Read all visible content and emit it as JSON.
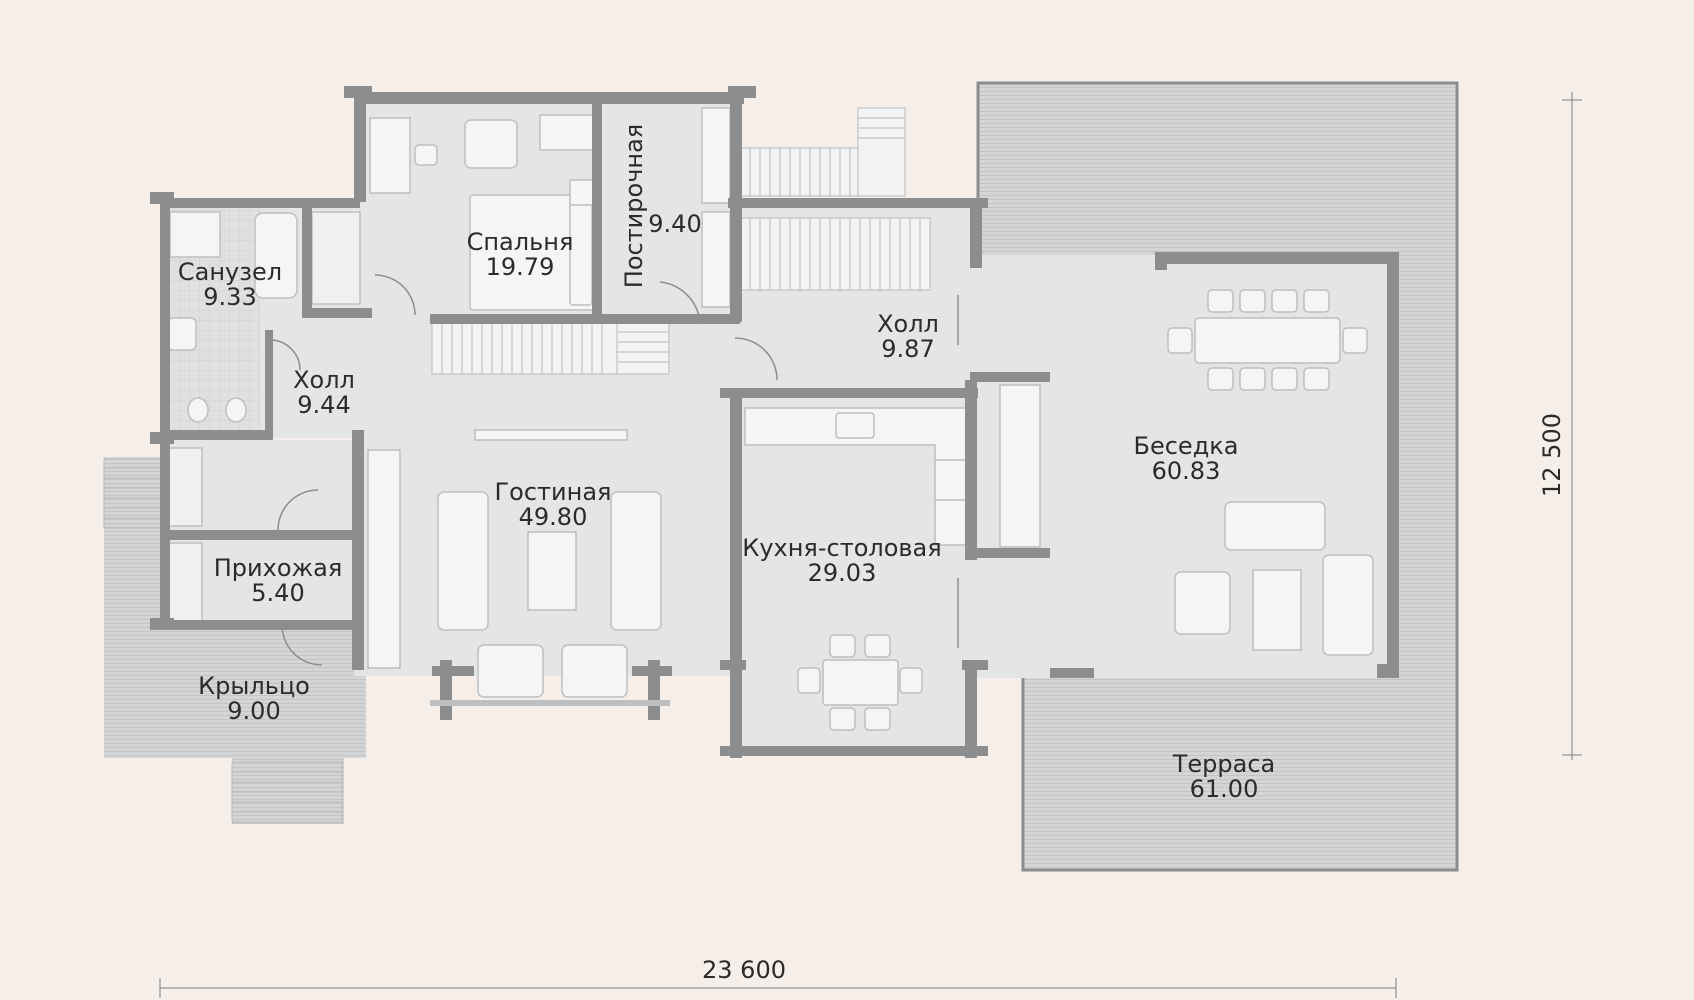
{
  "rooms": {
    "sanuzel": {
      "name": "Санузел",
      "area": "9.33"
    },
    "spalnya": {
      "name": "Спальня",
      "area": "19.79"
    },
    "postirochnaya": {
      "name": "Постирочная",
      "area": "9.40"
    },
    "holl_left": {
      "name": "Холл",
      "area": "9.44"
    },
    "holl_right": {
      "name": "Холл",
      "area": "9.87"
    },
    "gostinaya": {
      "name": "Гостиная",
      "area": "49.80"
    },
    "kuhnya": {
      "name": "Кухня-столовая",
      "area": "29.03"
    },
    "prihozhaya": {
      "name": "Прихожая",
      "area": "5.40"
    },
    "krylco": {
      "name": "Крыльцо",
      "area": "9.00"
    },
    "besedka": {
      "name": "Беседка",
      "area": "60.83"
    },
    "terrasa": {
      "name": "Терраса",
      "area": "61.00"
    }
  },
  "dimensions": {
    "width": "23 600",
    "height": "12 500"
  },
  "colors": {
    "background": "#f5eee9",
    "floor": "#e4e5e5",
    "wall": "#8c8d8f",
    "outdoor": "#cfd1d3",
    "furniture": "#f4f5f6"
  }
}
